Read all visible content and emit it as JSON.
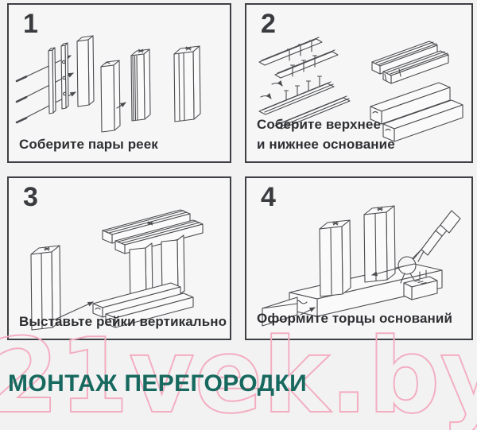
{
  "colors": {
    "background": "#f2f2f3",
    "panel_background": "#f6f6f7",
    "panel_border": "#3e4044",
    "caption_text": "#2e2f32",
    "title_teal": "#17695f",
    "watermark_pink": "#f3adc0",
    "drawing_line": "#4b4c50"
  },
  "title": {
    "text": "МОНТАЖ ПЕРЕГОРОДКИ"
  },
  "watermark": {
    "text": "21vek.by"
  },
  "steps": [
    {
      "number": "1",
      "caption_line1": "Соберите пары реек",
      "caption_line2": ""
    },
    {
      "number": "2",
      "caption_line1": "Соберите верхнее",
      "caption_line2": "и нижнее основание"
    },
    {
      "number": "3",
      "caption_line1": "Выставьте рейки вертикально",
      "caption_line2": ""
    },
    {
      "number": "4",
      "caption_line1": "Оформите торцы оснований",
      "caption_line2": ""
    }
  ]
}
